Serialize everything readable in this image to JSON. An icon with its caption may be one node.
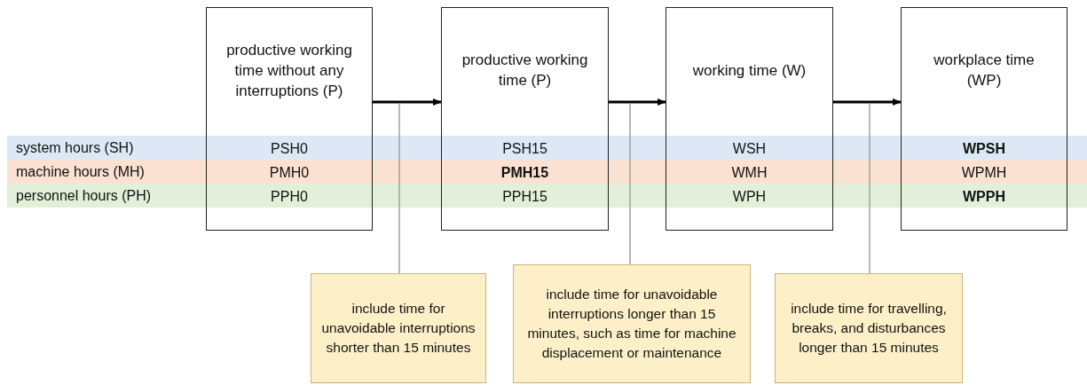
{
  "diagram": {
    "nodes": [
      {
        "text": [
          "productive working time without any interruptions (P)",
          "PSH0",
          "PMH0",
          "PPH0"
        ]
      },
      {
        "text": [
          "productive working time (P)",
          "PSH15",
          "**PMH15**",
          "PPH15"
        ]
      },
      {
        "text": [
          "working time (W)",
          "WSH",
          "WMH",
          "WPH"
        ]
      },
      {
        "text": [
          "workplace time (WP)",
          "**WPSH**",
          "WPMH",
          "**WPPH**"
        ]
      },
      {
        "text": [
          "include time for unavoidable interruptions shorter than 15 minutes"
        ]
      },
      {
        "text": [
          "include time for unavoidable interruptions longer than 15 minutes, such as time for machine displacement or maintenance"
        ]
      },
      {
        "text": [
          "include time for travelling, breaks, and disturbances longer than 15 minutes"
        ]
      }
    ],
    "edges": [
      {
        "from": 0,
        "to": 1,
        "arrow": "to"
      },
      {
        "from": 1,
        "to": 2,
        "arrow": "to"
      },
      {
        "from": 2,
        "to": 3,
        "arrow": "to"
      },
      {
        "from": 4,
        "to": null,
        "arrow": "none",
        "color": "#a0a0a0"
      },
      {
        "from": 5,
        "to": null,
        "arrow": "none",
        "color": "#a0a0a0"
      },
      {
        "from": 6,
        "to": null,
        "arrow": "none",
        "color": "#a0a0a0"
      }
    ],
    "labels": [
      "system hours (SH)",
      "machine hours (MH)",
      "personnel hours (PH)"
    ]
  }
}
